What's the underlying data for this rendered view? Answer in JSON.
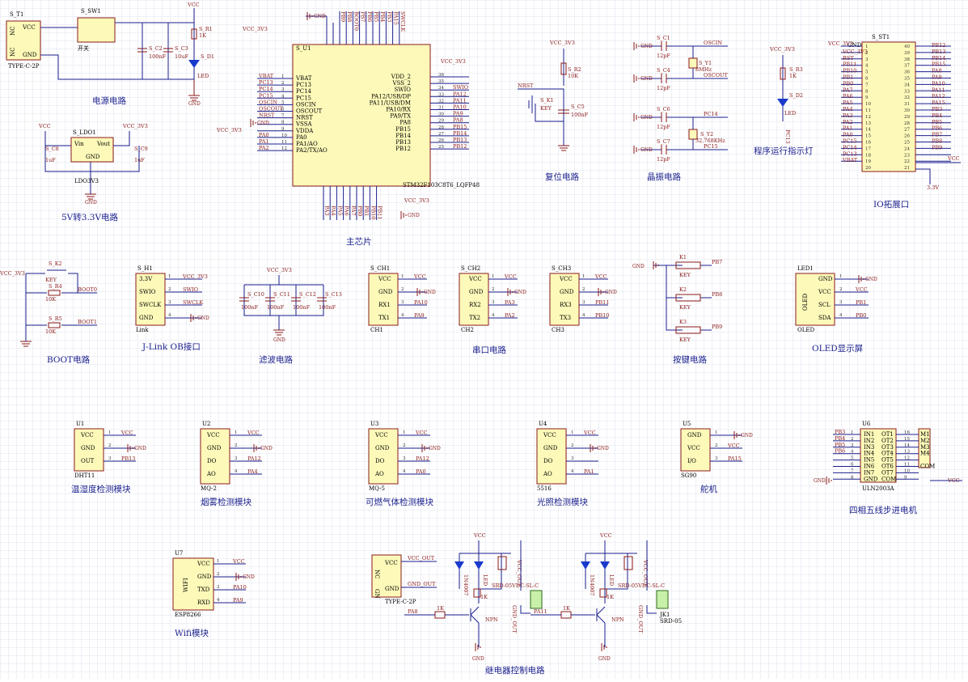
{
  "captions": {
    "power": "电源电路",
    "ldo": "5V转3.3V电路",
    "main": "主芯片",
    "reset": "复位电路",
    "crystal": "晶振电路",
    "led": "程序运行指示灯",
    "io": "IO拓展口",
    "boot": "BOOT电路",
    "jlink": "J-Link OB接口",
    "filter": "滤波电路",
    "uart": "串口电路",
    "keys": "按键电路",
    "oled": "OLED显示屏",
    "dht": "温湿度检测模块",
    "mq2": "烟雾检测模块",
    "mq5": "可燃气体检测模块",
    "light": "光照检测模块",
    "servo": "舵机",
    "stepper": "四相五线步进电机",
    "wifi": "Wifi模块",
    "relay": "继电器控制电路"
  },
  "power": {
    "t1": "S_T1",
    "t1_type": "TYPE-C-2P",
    "sw1": "S_SW1",
    "sw1_label": "开关",
    "c2": "S_C2",
    "c2_v": "100nF",
    "c3": "S_C3",
    "c3_v": "10uF",
    "r1": "S_R1",
    "r1_v": "1K",
    "d1": "S_D1",
    "d1_v": "LED",
    "vcc": "VCC",
    "gnd": "GND",
    "nc": "NC"
  },
  "ldo": {
    "u": "S_LDO1",
    "name": "LDO3V3",
    "vin": "Vin",
    "vout": "Vout",
    "gnd": "GND",
    "c8": "S_C8",
    "c8_v": "1uF",
    "c9": "S_C9",
    "c9_v": "1uF",
    "vcc": "VCC",
    "vcc33": "VCC_3V3"
  },
  "mcu": {
    "ref": "S_U1",
    "part": "STM32F103C8T6_LQFP48",
    "vcc33": "VCC_3V3",
    "left": [
      [
        "VBAT",
        "1",
        "VBAT"
      ],
      [
        "PC13",
        "2",
        "PC13"
      ],
      [
        "PC14",
        "3",
        "PC14"
      ],
      [
        "PC15",
        "4",
        "PC15"
      ],
      [
        "OSCIN",
        "5",
        "OSCIN"
      ],
      [
        "OSCOUT",
        "6",
        "OSCOUT"
      ],
      [
        "NRST",
        "7",
        "NRST"
      ],
      [
        "",
        "8",
        "VSSA"
      ],
      [
        "",
        "9",
        "VDDA"
      ],
      [
        "PA0",
        "10",
        "PA0"
      ],
      [
        "PA1",
        "11",
        "PA1/AO"
      ],
      [
        "PA2",
        "12",
        "PA2/TX/AO"
      ]
    ],
    "right": [
      [
        "",
        "36",
        "VDD_2"
      ],
      [
        "",
        "35",
        "VSS_2"
      ],
      [
        "SWIO",
        "34",
        "SWIO"
      ],
      [
        "PA12",
        "33",
        "PA12/USB/DP"
      ],
      [
        "PA11",
        "32",
        "PA11/USB/DM"
      ],
      [
        "PA10",
        "31",
        "PA10/RX"
      ],
      [
        "PA9",
        "30",
        "PA9/TX"
      ],
      [
        "PA8",
        "29",
        "PA8"
      ],
      [
        "PB15",
        "28",
        "PB15"
      ],
      [
        "PB14",
        "27",
        "PB14"
      ],
      [
        "PB13",
        "26",
        "PB13"
      ],
      [
        "PB12",
        "25",
        "PB12"
      ]
    ],
    "top": [
      "PB9",
      "PB8",
      "BOOT0",
      "PB7",
      "PB6",
      "PB5",
      "PB4",
      "PB3",
      "PA15",
      "SWCLK"
    ],
    "bottom": [
      "PA3",
      "PA4",
      "PA5",
      "PA6",
      "PA7",
      "PB0",
      "PB1",
      "PB10",
      "PB11"
    ]
  },
  "reset": {
    "vcc33": "VCC_3V3",
    "r2": "S_R2",
    "r2_v": "10K",
    "nrst": "NRST",
    "k1": "S_K1",
    "k1_v": "KEY",
    "c5": "S_C5",
    "c5_v": "100nF"
  },
  "crystal": {
    "c1": "S_C1",
    "c4": "S_C4",
    "c6": "S_C6",
    "c7": "S_C7",
    "cv": "12pF",
    "y1": "S_Y1",
    "y1_v": "8MHz",
    "y2": "S_Y2",
    "y2_v": "32.768KHz",
    "oscin": "OSCIN",
    "oscout": "OSCOUT",
    "pc14": "PC14",
    "pc15": "PC15",
    "gnd": "GND"
  },
  "led": {
    "vcc33": "VCC_3V3",
    "r3": "S_R3",
    "r3_v": "1K",
    "d2": "S_D2",
    "d2_v": "LED",
    "net": "PC13"
  },
  "io": {
    "ref": "S_ST1",
    "vcc33": "VCC_3V3",
    "gnd": "GND",
    "v33": "3.3V",
    "vcc": "VCC",
    "left": [
      "",
      "VCC_3V3",
      "RST",
      "PB11",
      "PB10",
      "PB1",
      "PB0",
      "PA7",
      "PA6",
      "PA5",
      "PA4",
      "PA3",
      "PA2",
      "PA1",
      "PA0",
      "PC15",
      "PC14",
      "PC13",
      "VBAT"
    ],
    "right": [
      "PB12",
      "PB13",
      "PB14",
      "PB15",
      "PA8",
      "PA9",
      "PA10",
      "PA11",
      "PA12",
      "PA15",
      "PB3",
      "PB4",
      "PB5",
      "PB6",
      "PB7",
      "PB8",
      "PB9",
      "",
      ""
    ]
  },
  "boot": {
    "vcc33": "VCC_3V3",
    "k2": "S_K2",
    "k2_v": "KEY",
    "r4": "S_R4",
    "r4_v": "10K",
    "r5": "S_R5",
    "r5_v": "10K",
    "boot0": "BOOT0",
    "boot1": "BOOT1"
  },
  "jlink": {
    "ref": "S_H1",
    "name": "Link",
    "pins": [
      "3.3V",
      "SWIO",
      "SWCLK",
      "GND"
    ],
    "nets": [
      "VCC_3V3",
      "SWIO",
      "SWCLK",
      "GND"
    ]
  },
  "filter": {
    "vcc33": "VCC_3V3",
    "caps": [
      "S_C10",
      "S_C11",
      "S_C12",
      "S_C13"
    ],
    "v": "100nF",
    "gnd": "GND"
  },
  "uart": [
    {
      "ref": "S_CH1",
      "name": "CH1",
      "rx": "RX1",
      "tx": "TX1",
      "rxnet": "PA10",
      "txnet": "PA9"
    },
    {
      "ref": "S_CH2",
      "name": "CH2",
      "rx": "RX2",
      "tx": "TX2",
      "rxnet": "PA3",
      "txnet": "PA2"
    },
    {
      "ref": "S_CH3",
      "name": "CH3",
      "rx": "RX3",
      "tx": "TX3",
      "rxnet": "PB11",
      "txnet": "PB10"
    }
  ],
  "keys": {
    "gnd": "GND",
    "k": [
      "K1",
      "K2",
      "K3"
    ],
    "v": "KEY",
    "nets": [
      "PB7",
      "PB8",
      "PB9"
    ]
  },
  "oled": {
    "ref": "LED1",
    "name": "OLED",
    "pins": [
      "GND",
      "VCC",
      "SCL",
      "SDA"
    ],
    "nets": [
      "GND",
      "VCC",
      "PB1",
      "PB0"
    ]
  },
  "modules": [
    {
      "ref": "U1",
      "name": "DHT11",
      "pins": [
        "VCC",
        "GND",
        "OUT"
      ],
      "nets": [
        "VCC",
        "GND",
        "PB13"
      ]
    },
    {
      "ref": "U2",
      "name": "MQ-2",
      "pins": [
        "VCC",
        "GND",
        "DO",
        "AO"
      ],
      "nets": [
        "VCC",
        "GND",
        "PA12",
        "PA4"
      ]
    },
    {
      "ref": "U3",
      "name": "MQ-5",
      "pins": [
        "VCC",
        "GND",
        "DO",
        "AO"
      ],
      "nets": [
        "VCC",
        "GND",
        "PA12",
        "PA0"
      ]
    },
    {
      "ref": "U4",
      "name": "5516",
      "pins": [
        "VCC",
        "GND",
        "DO",
        "AO"
      ],
      "nets": [
        "VCC",
        "GND",
        "",
        "PA1"
      ]
    },
    {
      "ref": "U5",
      "name": "SG90",
      "pins": [
        "GND",
        "VCC",
        "I/O"
      ],
      "nets": [
        "GND",
        "VCC",
        "PA15"
      ]
    }
  ],
  "stepper": {
    "ref": "U6",
    "name": "ULN2003A",
    "in": [
      "IN1",
      "IN2",
      "IN3",
      "IN4",
      "IN5",
      "IN6",
      "IN7",
      "GND"
    ],
    "out": [
      "OT1",
      "OT2",
      "OT3",
      "OT4",
      "OT5",
      "OT6",
      "OT7",
      "COM"
    ],
    "m": [
      "M1",
      "M2",
      "M3",
      "M4",
      "",
      "COM"
    ],
    "nets": [
      "PB3",
      "PB4",
      "PB5",
      "PB6"
    ],
    "gnd": "GND",
    "vcc": "VCC"
  },
  "wifi": {
    "ref": "U7",
    "name": "ESP8266",
    "tag": "WIFI",
    "pins": [
      "VCC",
      "GND",
      "TXD",
      "RXD"
    ],
    "nets": [
      "VCC",
      "GND",
      "PA10",
      "PA9"
    ]
  },
  "relay": {
    "conn": "TYPE-C-2P",
    "vcc_out": "VCC_OUT",
    "gnd_out": "GND_OUT",
    "vcc": "VCC",
    "gnd": "GND",
    "r": "1K",
    "npn": "NPN",
    "k": "SRD-05VDC-SL-C",
    "led": "LED",
    "diode": "1N4007",
    "j": "JK1",
    "j_v": "SRD-05",
    "pa8": "PA8",
    "pa11": "PA11",
    "nc": "NC",
    "gn": "GN"
  }
}
